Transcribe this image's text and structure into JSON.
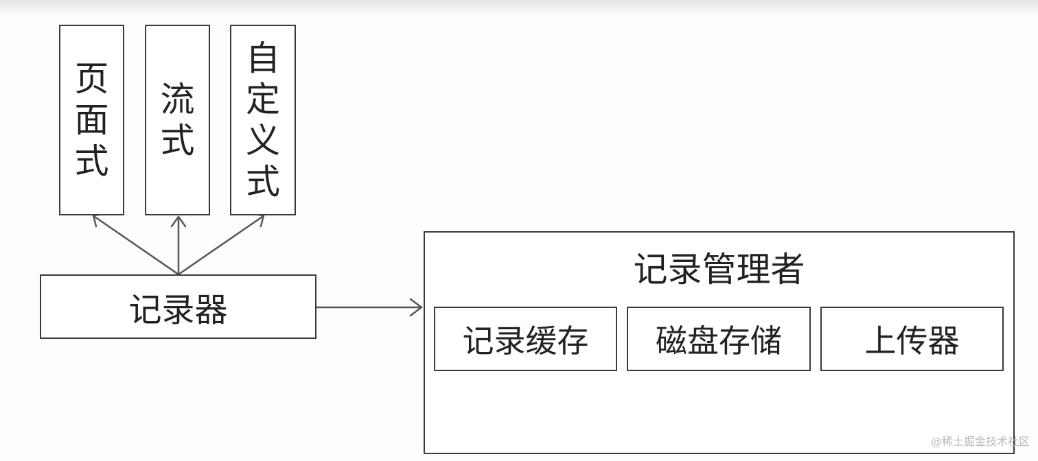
{
  "diagram": {
    "output_boxes": [
      {
        "label": "页面式"
      },
      {
        "label": "流式"
      },
      {
        "label": "自定义式"
      }
    ],
    "recorder": {
      "label": "记录器"
    },
    "manager": {
      "title": "记录管理者",
      "components": [
        {
          "label": "记录缓存"
        },
        {
          "label": "磁盘存储"
        },
        {
          "label": "上传器"
        }
      ]
    }
  },
  "watermark": "@稀土掘金技术社区"
}
